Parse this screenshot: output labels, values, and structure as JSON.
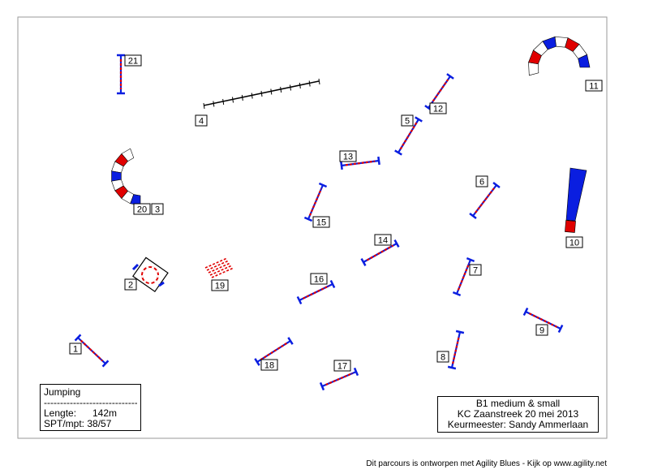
{
  "course": {
    "class_name": "Jumping",
    "separator": "-------------------------------",
    "length_label": "Lengte:",
    "length_value": "142m",
    "spt_label": "SPT/mpt:",
    "spt_value": "38/57"
  },
  "judge": {
    "line1": "B1 medium & small",
    "line2": "KC Zaanstreek 20 mei 2013",
    "line3": "Keurmeester: Sandy Ammerlaan"
  },
  "footer": "Dit parcours is ontworpen met Agility Blues - Kijk op www.agility.net",
  "colors": {
    "blue": "#0a1ee0",
    "red": "#e00000",
    "border": "#9a9a9a",
    "ink": "#000000"
  },
  "obstacles": [
    {
      "number": "1",
      "kind": "jump"
    },
    {
      "number": "2",
      "kind": "tire"
    },
    {
      "number": "3",
      "kind": "tunnel"
    },
    {
      "number": "4",
      "kind": "dogwalk"
    },
    {
      "number": "5",
      "kind": "jump"
    },
    {
      "number": "6",
      "kind": "jump"
    },
    {
      "number": "7",
      "kind": "jump"
    },
    {
      "number": "8",
      "kind": "jump"
    },
    {
      "number": "9",
      "kind": "jump"
    },
    {
      "number": "10",
      "kind": "chute"
    },
    {
      "number": "11",
      "kind": "tunnel"
    },
    {
      "number": "12",
      "kind": "jump"
    },
    {
      "number": "13",
      "kind": "jump"
    },
    {
      "number": "14",
      "kind": "jump"
    },
    {
      "number": "15",
      "kind": "jump"
    },
    {
      "number": "16",
      "kind": "jump"
    },
    {
      "number": "17",
      "kind": "jump"
    },
    {
      "number": "18",
      "kind": "jump"
    },
    {
      "number": "19",
      "kind": "broad-jump"
    },
    {
      "number": "20",
      "kind": "tunnel"
    },
    {
      "number": "21",
      "kind": "jump"
    }
  ]
}
